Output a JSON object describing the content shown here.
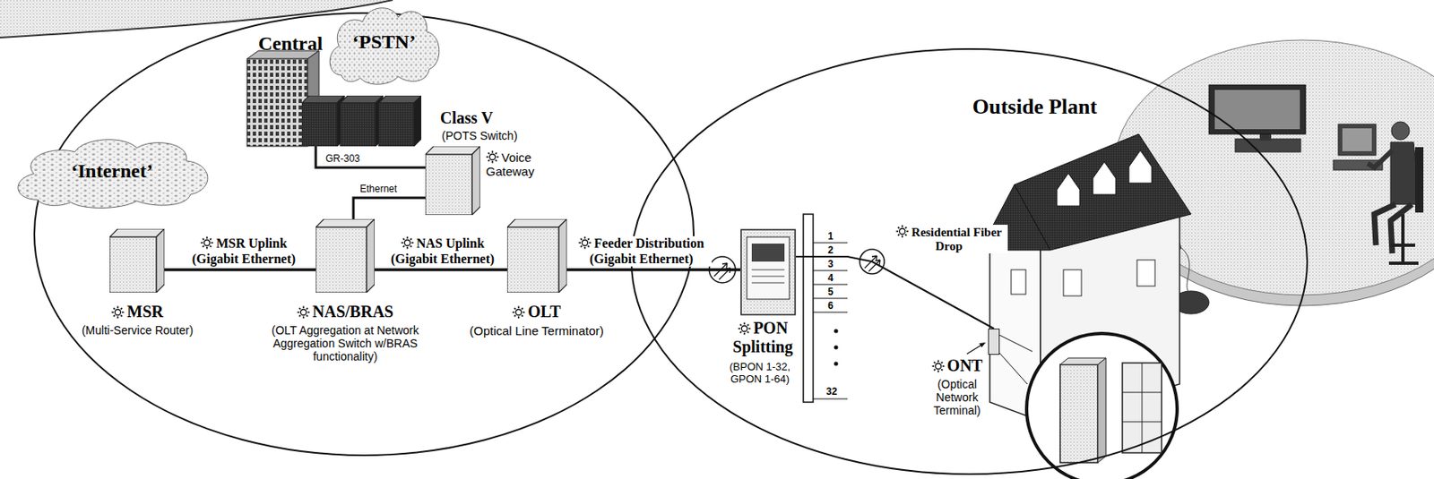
{
  "diagram": {
    "nodes": [
      {
        "text": [
          "Central"
        ]
      },
      {
        "text": [
          "‘PSTN’"
        ]
      },
      {
        "text": [
          "Class V",
          "(POTS Switch)"
        ],
        "in": 0
      },
      {
        "text": [
          "Voice Gateway"
        ],
        "in": 0
      },
      {
        "text": [
          "‘Internet’"
        ]
      },
      {
        "text": [
          "MSR",
          "(Multi-Service Router)"
        ],
        "in": 0
      },
      {
        "text": [
          "NAS/BRAS",
          "(OLT Aggregation at Network Aggregation Switch w/BRAS functionality)"
        ],
        "in": 0
      },
      {
        "text": [
          "OLT",
          "(Optical Line Terminator)"
        ],
        "in": 0
      },
      {
        "text": [
          "Outside Plant"
        ]
      },
      {
        "text": [
          "PON Splitting",
          "(BPON 1-32, GPON 1-64)"
        ],
        "in": 8
      },
      {
        "text": [
          "ONT",
          "(Optical Network Terminal)"
        ],
        "in": 8
      }
    ],
    "edges": [
      {
        "from": 2,
        "to": 3,
        "label": "GR-303",
        "arrow": "none"
      },
      {
        "from": 3,
        "to": 6,
        "label": "Ethernet",
        "arrow": "none"
      },
      {
        "from": 5,
        "to": 6,
        "label": "MSR Uplink (Gigabit Ethernet)",
        "arrow": "none"
      },
      {
        "from": 6,
        "to": 7,
        "label": "NAS Uplink (Gigabit Ethernet)",
        "arrow": "none"
      },
      {
        "from": 7,
        "to": 9,
        "label": "Feeder Distribution (Gigabit Ethernet)",
        "arrow": "none"
      },
      {
        "from": 9,
        "to": 10,
        "label": "Residential Fiber Drop",
        "arrow": "none"
      }
    ],
    "labels": [
      "1",
      "2",
      "3",
      "4",
      "5",
      "6",
      "32"
    ]
  }
}
